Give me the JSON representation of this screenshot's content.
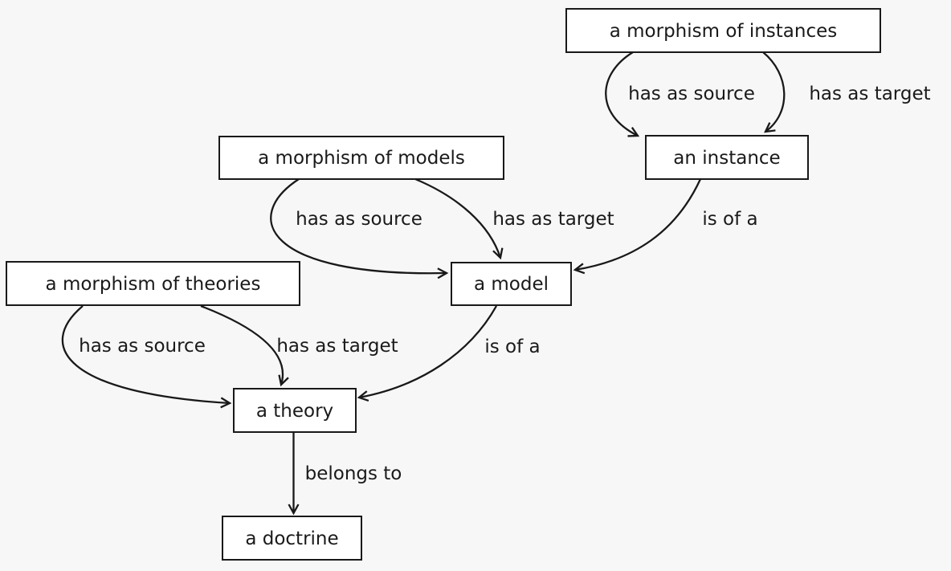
{
  "diagram": {
    "colors": {
      "background": "#f7f7f7",
      "node_fill": "#ffffff",
      "stroke": "#191919",
      "text": "#1a1a1a"
    },
    "nodes": {
      "morphism_of_instances": {
        "label": "a morphism of instances"
      },
      "an_instance": {
        "label": "an instance"
      },
      "morphism_of_models": {
        "label": "a morphism of models"
      },
      "a_model": {
        "label": "a model"
      },
      "morphism_of_theories": {
        "label": "a morphism of theories"
      },
      "a_theory": {
        "label": "a theory"
      },
      "a_doctrine": {
        "label": "a doctrine"
      }
    },
    "edges": {
      "instance_morphism_source": {
        "label": "has as source",
        "from": "a morphism of instances",
        "to": "an instance"
      },
      "instance_morphism_target": {
        "label": "has as target",
        "from": "a morphism of instances",
        "to": "an instance"
      },
      "model_morphism_source": {
        "label": "has as source",
        "from": "a morphism of models",
        "to": "a model"
      },
      "model_morphism_target": {
        "label": "has as target",
        "from": "a morphism of models",
        "to": "a model"
      },
      "instance_is_of_a": {
        "label": "is of a",
        "from": "an instance",
        "to": "a model"
      },
      "theory_morphism_source": {
        "label": "has as source",
        "from": "a morphism of theories",
        "to": "a theory"
      },
      "theory_morphism_target": {
        "label": "has as target",
        "from": "a morphism of theories",
        "to": "a theory"
      },
      "model_is_of_a": {
        "label": "is of a",
        "from": "a model",
        "to": "a theory"
      },
      "theory_belongs_to": {
        "label": "belongs to",
        "from": "a theory",
        "to": "a doctrine"
      }
    }
  }
}
